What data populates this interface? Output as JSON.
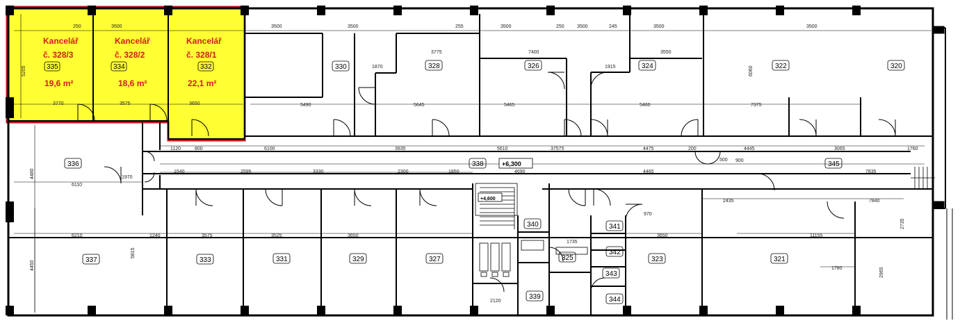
{
  "colors": {
    "highlight": "#ffff33",
    "highlight_border": "#c0141c",
    "office_text": "#d21c1c",
    "wall": "#000000"
  },
  "offices": [
    {
      "line1": "Kancelář",
      "line2": "č. 328/3",
      "area": "19,6 m²",
      "tag": "335"
    },
    {
      "line1": "Kancelář",
      "line2": "č. 328/2",
      "area": "18,6 m²",
      "tag": "334"
    },
    {
      "line1": "Kancelář",
      "line2": "č. 328/1",
      "area": "22,1 m²",
      "tag": "332"
    }
  ],
  "rooms": [
    "330",
    "328",
    "326",
    "324",
    "322",
    "320",
    "336",
    "338",
    "345",
    "337",
    "333",
    "331",
    "329",
    "327",
    "325",
    "323",
    "321",
    "340",
    "341",
    "342",
    "343",
    "344",
    "339"
  ],
  "levels": [
    "+6,300",
    "+4,600"
  ],
  "dimensions": [
    "250",
    "3500",
    "3500",
    "3500",
    "255",
    "3500",
    "250",
    "3500",
    "245",
    "3500",
    "3500",
    "3775",
    "7400",
    "3550",
    "6060",
    "4480",
    "4450",
    "6110",
    "6210",
    "6100",
    "1120",
    "800",
    "3935",
    "5610",
    "37575",
    "4475",
    "200",
    "4445",
    "3065",
    "1760",
    "5490",
    "5645",
    "5465",
    "5460",
    "7375",
    "1540",
    "2595",
    "3330",
    "2300",
    "1850",
    "4690",
    "4465",
    "7835",
    "1240",
    "3575",
    "3525",
    "3650",
    "3650",
    "1735",
    "11155",
    "1780",
    "2435",
    "7840",
    "2735",
    "2965",
    "5815",
    "1970",
    "5205",
    "3770",
    "3575",
    "3650",
    "1870",
    "1915",
    "2120",
    "900",
    "500",
    "970"
  ]
}
